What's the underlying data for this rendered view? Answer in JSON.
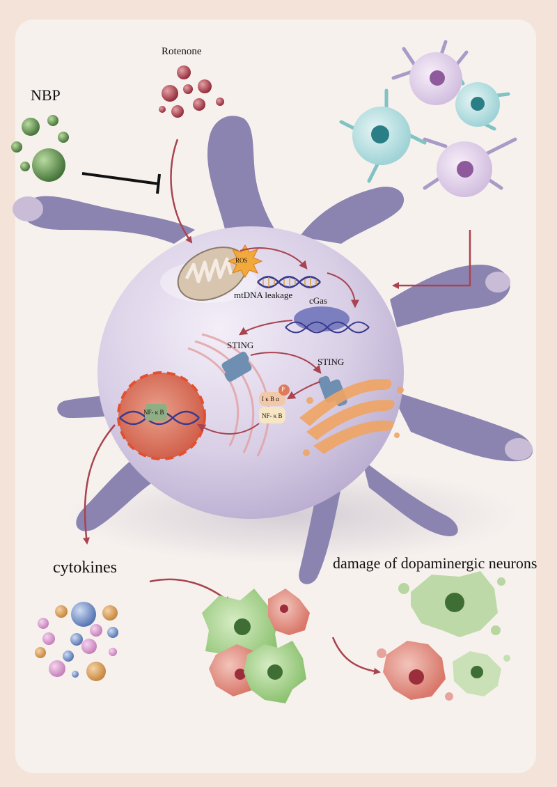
{
  "labels": {
    "nbp": "NBP",
    "rotenone": "Rotenone",
    "ros": "ROS",
    "mtdna_leakage": "mtDNA leakage",
    "cgas": "cGas",
    "sting_er": "STING",
    "sting_golgi": "STING",
    "nfkb_nucleus": "NF- κ B",
    "ikba": "I κ B α",
    "phospho": "P",
    "nfkb_cytoplasm": "NF- κ B",
    "cytokines": "cytokines",
    "damage": "damage of dopaminergic neurons"
  },
  "colors": {
    "background_frame": "#f3e3d8",
    "panel": "#f7f1ee",
    "microglia_body": "#c8bcd6",
    "microglia_process": "#8c84b0",
    "arrow": "#a8434f",
    "inhibition": "#111111",
    "nbp_particle": "#5b8a4a",
    "rotenone_particle": "#a33a46",
    "nucleus": "#d9705a",
    "golgi": "#f0a564",
    "sting_protein": "#6f8fb2",
    "cgas_protein": "#7c7fbf",
    "healthy_neuron": "#8cc270",
    "damaged_neuron": "#d9776a"
  },
  "icons": [
    "nbp-particles-icon",
    "rotenone-particles-icon",
    "mitochondrion-icon",
    "dna-helix-icon",
    "sting-protein-icon",
    "golgi-apparatus-icon",
    "endoplasmic-reticulum-icon",
    "nucleus-icon",
    "cytokine-particles-icon",
    "neuron-cell-icon",
    "activated-microglia-icon"
  ]
}
